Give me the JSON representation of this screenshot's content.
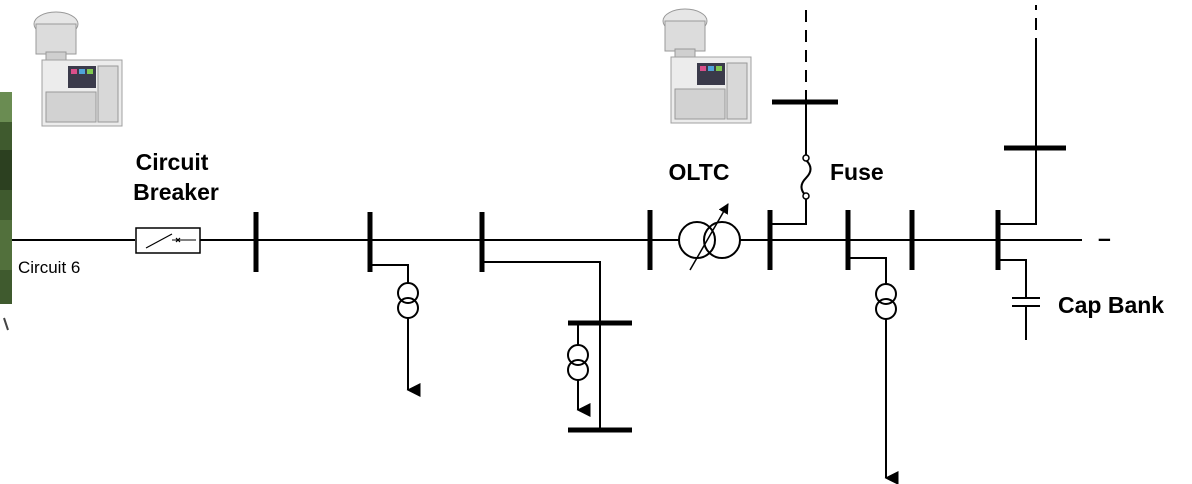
{
  "labels": {
    "circuit_breaker_line1": "Circuit",
    "circuit_breaker_line2": "Breaker",
    "oltc": "OLTC",
    "fuse": "Fuse",
    "cap_bank": "Cap Bank",
    "circuit": "Circuit 6",
    "dash": "–"
  },
  "devices": [
    {
      "name": "monitoring-device-left",
      "type": "sensor-gateway"
    },
    {
      "name": "monitoring-device-oltc",
      "type": "sensor-gateway"
    }
  ],
  "colors": {
    "line": "#000000",
    "device_body": "#e8e8e8",
    "device_screen": "#3a3a4a"
  }
}
